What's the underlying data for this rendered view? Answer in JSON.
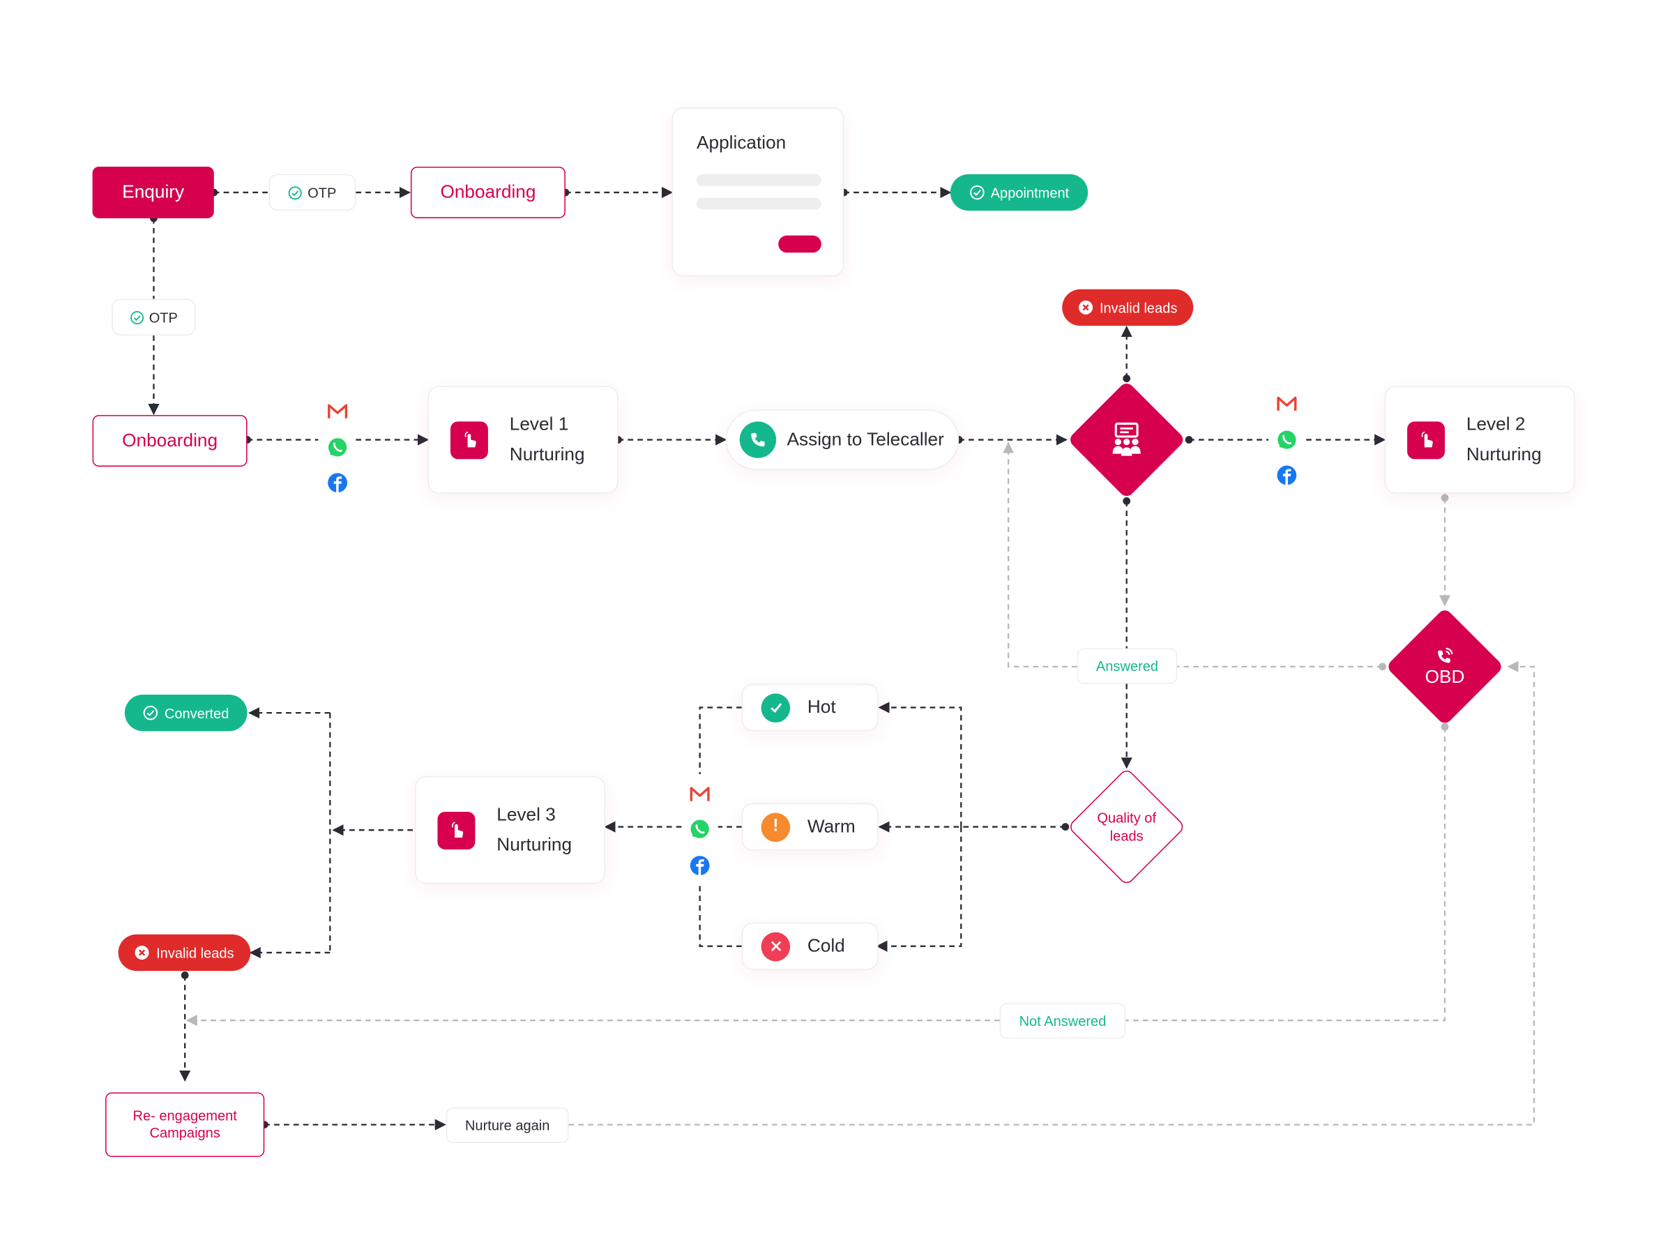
{
  "top_flow": {
    "enquiry": "Enquiry",
    "otp_h": "OTP",
    "onboarding": "Onboarding",
    "application_title": "Application",
    "appointment": "Appointment"
  },
  "mid_flow": {
    "otp_v": "OTP",
    "onboarding": "Onboarding",
    "level1": {
      "line1": "Level 1",
      "line2": "Nurturing"
    },
    "telecaller": "Assign to Telecaller",
    "invalid_top": "Invalid leads",
    "level2": {
      "line1": "Level 2",
      "line2": "Nurturing"
    },
    "obd": "OBD",
    "answered": "Answered",
    "quality": {
      "line1": "Quality of",
      "line2": "leads"
    }
  },
  "lead_states": {
    "hot": "Hot",
    "warm": "Warm",
    "cold": "Cold"
  },
  "bottom_flow": {
    "converted": "Converted",
    "level3": {
      "line1": "Level 3",
      "line2": "Nurturing"
    },
    "invalid_bottom": "Invalid leads",
    "not_answered": "Not Answered",
    "reengagement": {
      "line1": "Re- engagement",
      "line2": "Campaigns"
    },
    "nurture_again": "Nurture again"
  },
  "colors": {
    "brand": "#d6004f",
    "green": "#14b88c",
    "invalid_red": "#e02b2b",
    "warm_orange": "#f58a2e",
    "cold_red": "#ef3e55",
    "gmail": "#ea4335",
    "whatsapp": "#25d366",
    "facebook": "#1877f2"
  },
  "icons": [
    "check-circle-icon",
    "x-circle-icon",
    "tap-icon",
    "phone-icon",
    "team-icon",
    "gmail-icon",
    "whatsapp-icon",
    "facebook-icon",
    "exclamation-icon",
    "checkmark-icon"
  ]
}
